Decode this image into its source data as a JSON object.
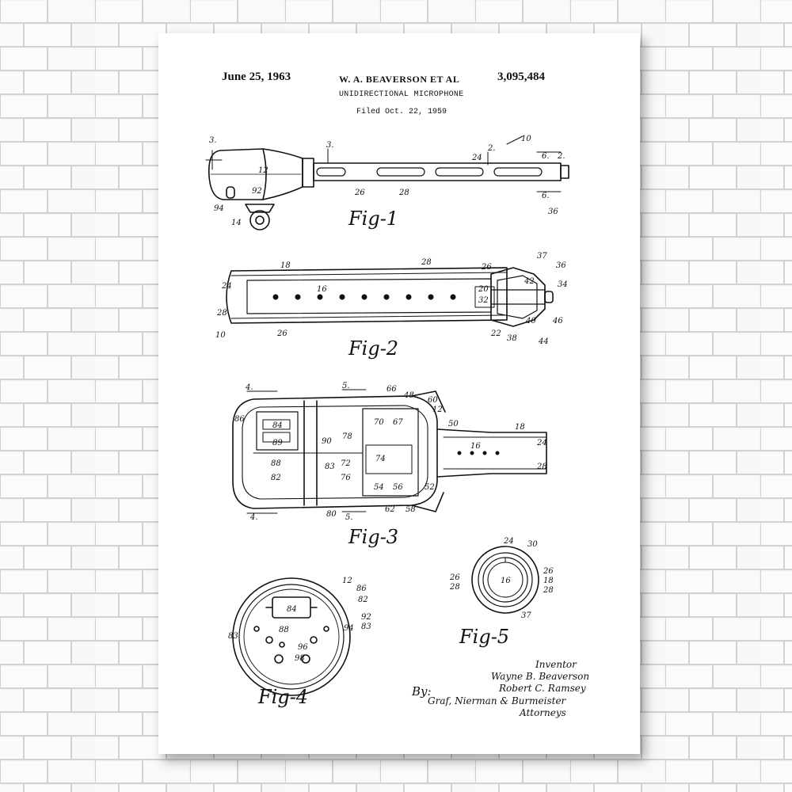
{
  "header": {
    "date": "June 25, 1963",
    "author": "W. A. BEAVERSON  ET AL",
    "patent_number": "3,095,484",
    "title": "UNIDIRECTIONAL MICROPHONE",
    "filed": "Filed Oct. 22, 1959"
  },
  "figures": {
    "fig1": "Fig-1",
    "fig2": "Fig-2",
    "fig3": "Fig-3",
    "fig4": "Fig-4",
    "fig5": "Fig-5"
  },
  "refs": {
    "fig1": [
      "3.",
      "12",
      "92",
      "94",
      "14",
      "3.",
      "24",
      "2.",
      "10",
      "6.",
      "2.",
      "26",
      "28",
      "6.",
      "36"
    ],
    "fig2": [
      "18",
      "28",
      "26",
      "37",
      "36",
      "24",
      "16",
      "42",
      "20",
      "32",
      "34",
      "28",
      "40",
      "46",
      "10",
      "26",
      "22",
      "38",
      "44"
    ],
    "fig3": [
      "4.",
      "5.",
      "66",
      "48",
      "60",
      "12",
      "86",
      "84",
      "89",
      "90",
      "78",
      "70",
      "67",
      "50",
      "18",
      "24",
      "72",
      "74",
      "88",
      "83",
      "16",
      "28",
      "76",
      "82",
      "54",
      "56",
      "52",
      "80",
      "5.",
      "62",
      "58",
      "4."
    ],
    "fig4": [
      "12",
      "86",
      "82",
      "84",
      "92",
      "83",
      "94",
      "83",
      "88",
      "96",
      "98"
    ],
    "fig5": [
      "24",
      "30",
      "26",
      "26",
      "28",
      "16",
      "18",
      "28",
      "37"
    ]
  },
  "signature": {
    "inventor_label": "Inventor",
    "inventor_1": "Wayne B. Beaverson",
    "inventor_2": "Robert C. Ramsey",
    "by": "By:",
    "attorneys_1": "Graf, Nierman & Burmeister",
    "attorneys_2": "Attorneys"
  }
}
